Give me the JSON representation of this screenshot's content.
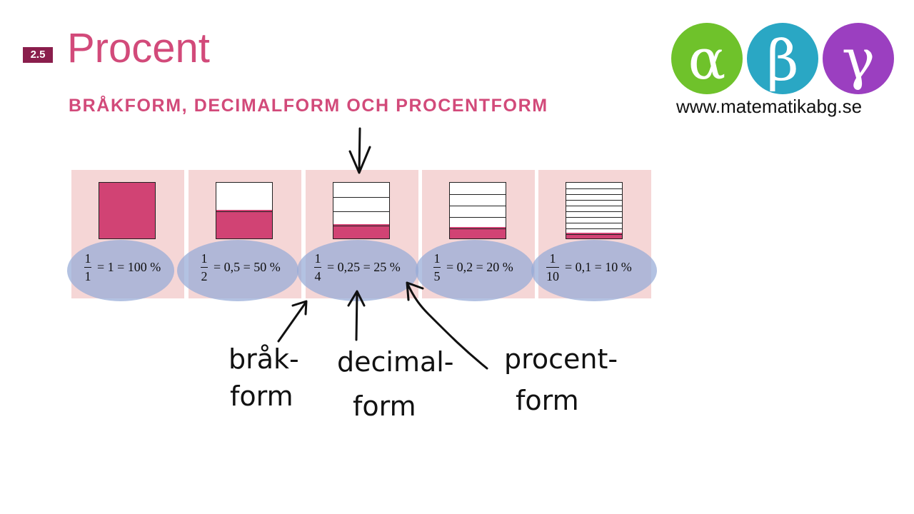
{
  "header": {
    "badge": "2.5",
    "title": "Procent",
    "subtitle": "BRÅKFORM, DECIMALFORM OCH PROCENTFORM"
  },
  "logo": {
    "letters": [
      "α",
      "β",
      "γ"
    ],
    "colors": [
      "#6fc22b",
      "#2aa7c4",
      "#9b3fc0"
    ],
    "url": "www.matematikabg.se"
  },
  "accent_color": "#d24a7a",
  "panel_color": "#f5d6d6",
  "fill_color": "#d14374",
  "highlight_color": "#96aad7",
  "panels": [
    {
      "numerator": "1",
      "denominator": "1",
      "rest": "= 1 = 100 %",
      "parts": 1
    },
    {
      "numerator": "1",
      "denominator": "2",
      "rest": "= 0,5 = 50 %",
      "parts": 2
    },
    {
      "numerator": "1",
      "denominator": "4",
      "rest": "= 0,25 = 25 %",
      "parts": 4
    },
    {
      "numerator": "1",
      "denominator": "5",
      "rest": "= 0,2 = 20 %",
      "parts": 5
    },
    {
      "numerator": "1",
      "denominator": "10",
      "rest": "= 0,1 = 10 %",
      "parts": 10
    }
  ],
  "annotations": {
    "brak_line1": "bråk-",
    "brak_line2": "form",
    "decimal_line1": "decimal-",
    "decimal_line2": "form",
    "procent_line1": "procent-",
    "procent_line2": "form"
  }
}
